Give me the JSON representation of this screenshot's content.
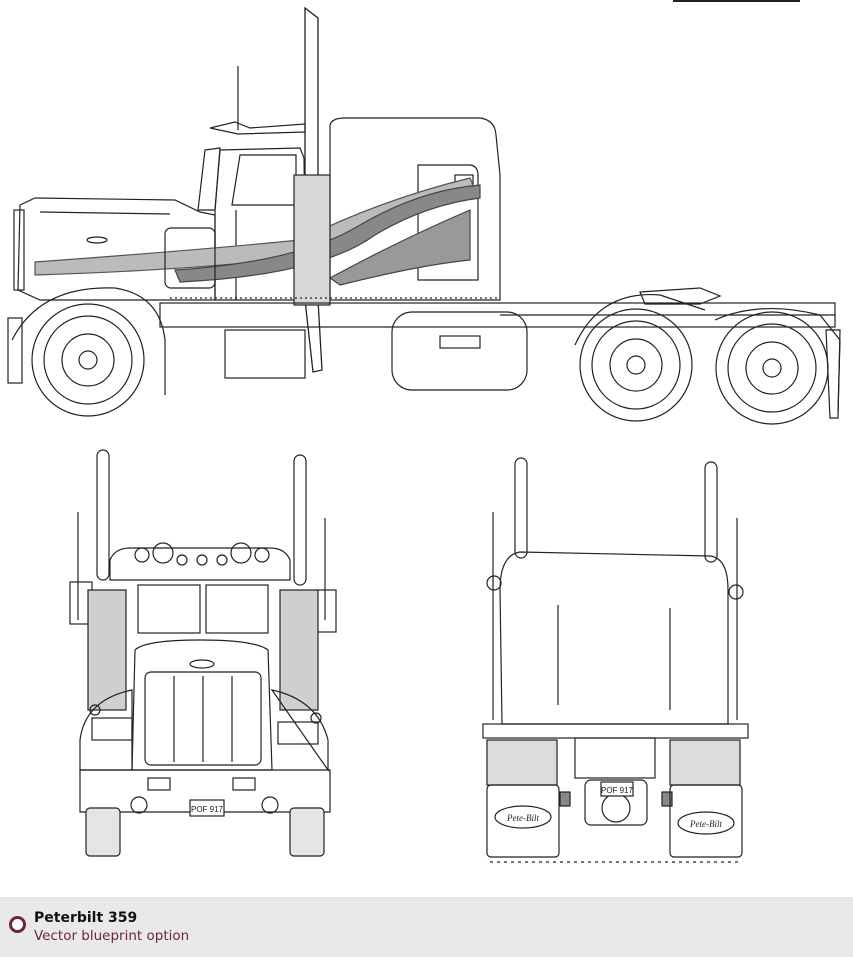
{
  "views": {
    "side": "side-view",
    "front": "front-view",
    "rear": "rear-view"
  },
  "plates": {
    "front": "POF 917",
    "rear": "POF 917"
  },
  "mudflaps": {
    "left": "Pete-Bilt",
    "right": "Pete-Bilt"
  },
  "footer": {
    "title": "Peterbilt 359",
    "subtitle": "Vector blueprint option",
    "accent_color": "#6d2542",
    "background_color": "#e9e9e9"
  }
}
